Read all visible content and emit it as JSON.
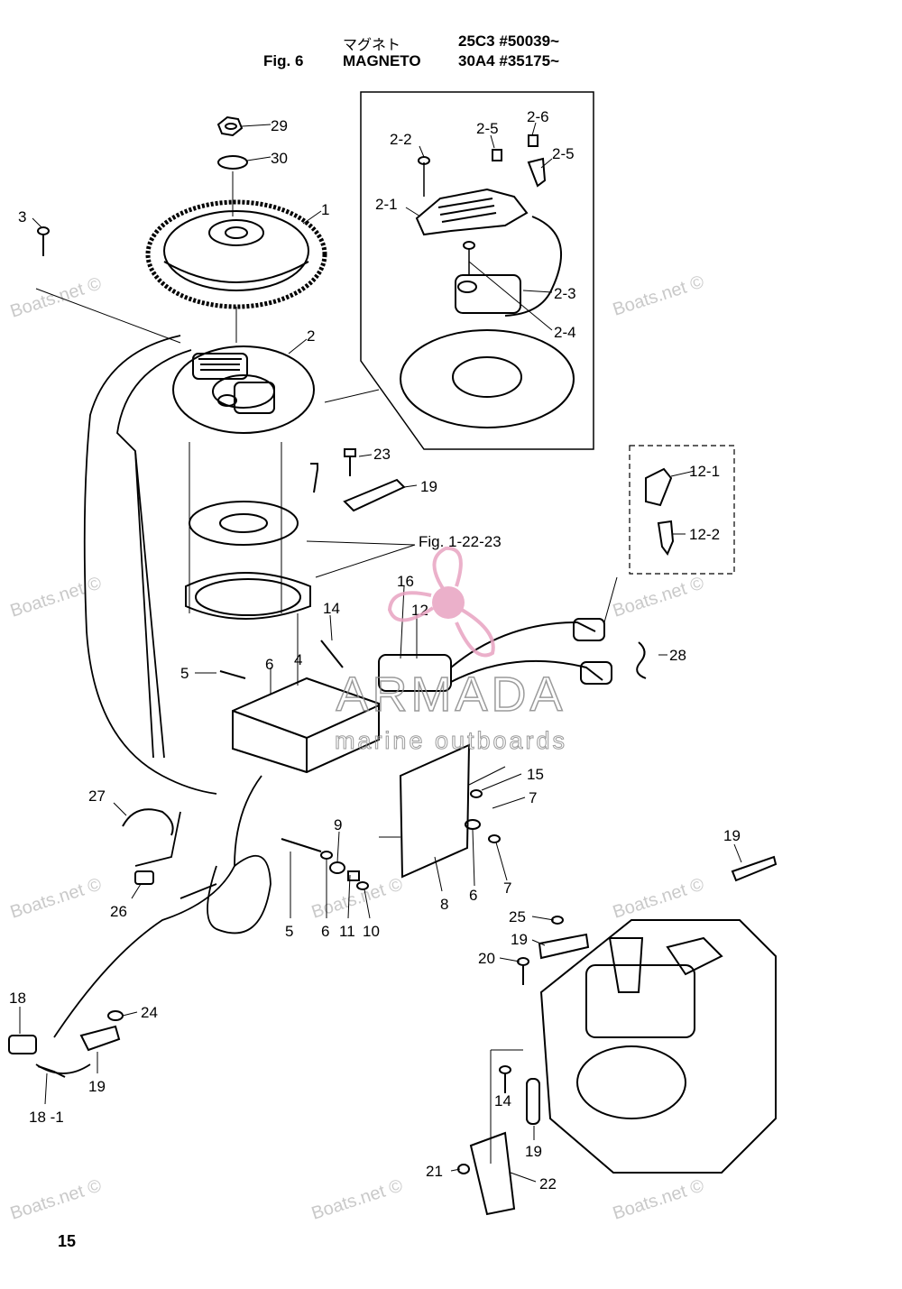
{
  "header": {
    "japanese_title": "マグネト",
    "fig_label": "Fig. 6",
    "title": "MAGNETO",
    "serial_1": "25C3 #50039~",
    "serial_2": "30A4 #35175~"
  },
  "callouts": {
    "c29": "29",
    "c30": "30",
    "c1": "1",
    "c3": "3",
    "c2": "2",
    "c2_1": "2-1",
    "c2_2": "2-2",
    "c2_3": "2-3",
    "c2_4": "2-4",
    "c2_5": "2-5",
    "c2_5b": "2-5",
    "c2_6": "2-6",
    "c23": "23",
    "c19a": "19",
    "fig_ref": "Fig. 1-22-23",
    "c12_1": "12-1",
    "c12_2": "12-2",
    "c16": "16",
    "c12": "12",
    "c14a": "14",
    "c28": "28",
    "c5a": "5",
    "c6a": "6",
    "c4": "4",
    "c15": "15",
    "c7a": "7",
    "c27": "27",
    "c9": "9",
    "c5b": "5",
    "c6b": "6",
    "c11": "11",
    "c10": "10",
    "c8": "8",
    "c6c": "6",
    "c7b": "7",
    "c26": "26",
    "c19b": "19",
    "c25": "25",
    "c19c": "19",
    "c20": "20",
    "c18": "18",
    "c24": "24",
    "c19d": "19",
    "c18_1": "18 -1",
    "c14b": "14",
    "c19e": "19",
    "c21": "21",
    "c22": "22"
  },
  "watermarks": {
    "boats": "Boats.net ©",
    "brand_name": "ARMADA",
    "brand_tagline": "marine outboards"
  },
  "page_number": "15",
  "colors": {
    "brand_pink": "#e8a3c1",
    "brand_gray": "#8a8a8a",
    "line": "#000000"
  }
}
